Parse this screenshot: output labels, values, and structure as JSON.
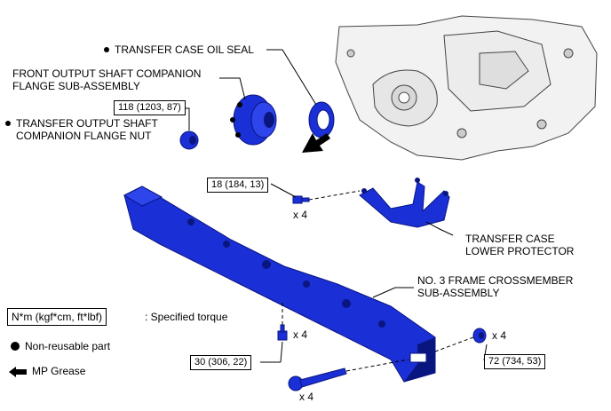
{
  "labels": {
    "oil_seal": "TRANSFER CASE OIL SEAL",
    "companion_flange_line1": "FRONT OUTPUT SHAFT COMPANION",
    "companion_flange_line2": "FLANGE SUB-ASSEMBLY",
    "flange_nut_line1": "TRANSFER OUTPUT SHAFT",
    "flange_nut_line2": "COMPANION FLANGE NUT",
    "lower_protector_line1": "TRANSFER CASE",
    "lower_protector_line2": "LOWER PROTECTOR",
    "crossmember_line1": "NO. 3 FRAME CROSSMEMBER",
    "crossmember_line2": "SUB-ASSEMBLY"
  },
  "torques": {
    "flange_nut": "118 (1203, 87)",
    "protector_bolt": "18 (184, 13)",
    "crossmember_bolt": "30 (306, 22)",
    "crossmember_nut": "72 (734, 53)"
  },
  "quantities": {
    "protector_bolt": "x 4",
    "crossmember_bolt_upper": "x 4",
    "crossmember_nut": "x 4",
    "crossmember_bolt_long": "x 4"
  },
  "legend": {
    "torque_unit": "N*m (kgf*cm, ft*lbf)",
    "torque_desc": ": Specified torque",
    "non_reusable": "Non-reusable part",
    "mp_grease": "MP Grease"
  },
  "colors": {
    "part_blue": "#1a2fd6",
    "part_dark": "#0a1680",
    "leader": "#000000"
  }
}
